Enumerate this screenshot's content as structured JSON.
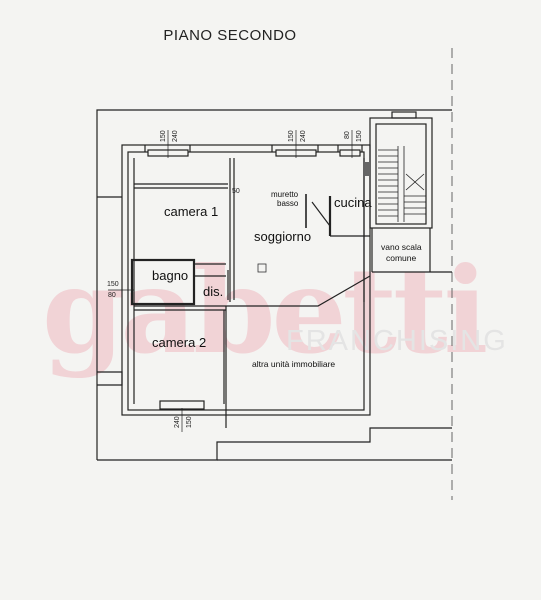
{
  "title": "PIANO SECONDO",
  "rooms": {
    "camera1": "camera 1",
    "soggiorno": "soggiorno",
    "cucina": "cucina",
    "muretto": "muretto",
    "basso": "basso",
    "vano_scala": "vano scala",
    "comune": "comune",
    "bagno": "bagno",
    "dis": "dis.",
    "camera2": "camera 2",
    "altra_unita": "altra unità immobiliare"
  },
  "dimensions": {
    "w1_a": "150",
    "w1_b": "240",
    "w2_a": "150",
    "w2_b": "240",
    "w3_a": "80",
    "w3_b": "150",
    "w4": "50",
    "w5_a": "150",
    "w5_b": "80",
    "w6_a": "240",
    "w6_b": "150"
  },
  "watermark": {
    "brand": "gabetti",
    "sub": "FRANCHISING",
    "brand_color": "#f0c8cd"
  }
}
